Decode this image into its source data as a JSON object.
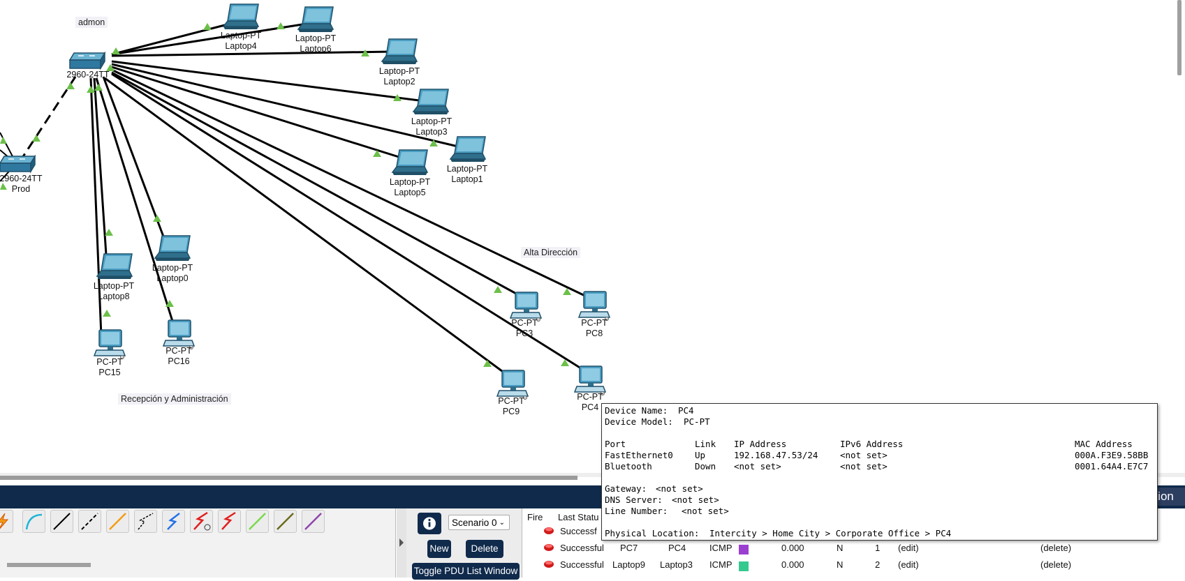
{
  "workspace": {
    "areas": {
      "admin": "admon",
      "executive": "Alta Dirección",
      "reception": "Recepción y Administración"
    },
    "switches": [
      {
        "id": "sw-admin",
        "model": "2960-24TT",
        "name": ""
      },
      {
        "id": "sw-prod",
        "model": "2960-24TT",
        "name": "Prod"
      }
    ],
    "devices": [
      {
        "id": "laptop4",
        "model": "Laptop-PT",
        "name": "Laptop4",
        "kind": "laptop"
      },
      {
        "id": "laptop6",
        "model": "Laptop-PT",
        "name": "Laptop6",
        "kind": "laptop"
      },
      {
        "id": "laptop2",
        "model": "Laptop-PT",
        "name": "Laptop2",
        "kind": "laptop"
      },
      {
        "id": "laptop3",
        "model": "Laptop-PT",
        "name": "Laptop3",
        "kind": "laptop"
      },
      {
        "id": "laptop5",
        "model": "Laptop-PT",
        "name": "Laptop5",
        "kind": "laptop"
      },
      {
        "id": "laptop1",
        "model": "Laptop-PT",
        "name": "Laptop1",
        "kind": "laptop"
      },
      {
        "id": "laptop0",
        "model": "Laptop-PT",
        "name": "Laptop0",
        "kind": "laptop"
      },
      {
        "id": "laptop8",
        "model": "Laptop-PT",
        "name": "Laptop8",
        "kind": "laptop"
      },
      {
        "id": "pc15",
        "model": "PC-PT",
        "name": "PC15",
        "kind": "pc"
      },
      {
        "id": "pc16",
        "model": "PC-PT",
        "name": "PC16",
        "kind": "pc"
      },
      {
        "id": "pc3",
        "model": "PC-PT",
        "name": "PC3",
        "kind": "pc"
      },
      {
        "id": "pc8",
        "model": "PC-PT",
        "name": "PC8",
        "kind": "pc"
      },
      {
        "id": "pc9",
        "model": "PC-PT",
        "name": "PC9",
        "kind": "pc"
      },
      {
        "id": "pc4",
        "model": "PC-PT",
        "name": "PC4",
        "kind": "pc"
      }
    ]
  },
  "tooltip": {
    "device_name_label": "Device Name:",
    "device_name": "PC4",
    "device_model_label": "Device Model:",
    "device_model": "PC-PT",
    "headers": {
      "port": "Port",
      "link": "Link",
      "ip": "IP Address",
      "ipv6": "IPv6 Address",
      "mac": "MAC Address"
    },
    "ports": [
      {
        "port": "FastEthernet0",
        "link": "Up",
        "ip": "192.168.47.53/24",
        "ipv6": "<not set>",
        "mac": "000A.F3E9.58BB"
      },
      {
        "port": "Bluetooth",
        "link": "Down",
        "ip": "<not set>",
        "ipv6": "<not set>",
        "mac": "0001.64A4.E7C7"
      }
    ],
    "gateway_label": "Gateway:",
    "gateway": "<not set>",
    "dns_label": "DNS Server:",
    "dns": "<not set>",
    "line_label": "Line Number:",
    "line_number": "<not set>",
    "location_label": "Physical Location:",
    "location": "Intercity > Home City > Corporate Office > PC4"
  },
  "bottom": {
    "sim_tab_label": "ation"
  },
  "connections_toolbar": {
    "tools": [
      "lightning-auto-connection",
      "console-cable",
      "copper-straight-through",
      "copper-cross-over",
      "fiber",
      "phone-cable",
      "coaxial-cable",
      "serial-dce",
      "serial-dte",
      "octal-cable",
      "iot-custom-cable",
      "usb-cable"
    ]
  },
  "scenario": {
    "selected": "Scenario 0",
    "new_label": "New",
    "delete_label": "Delete",
    "toggle_label": "Toggle PDU List Window"
  },
  "pdu_list": {
    "columns": {
      "fire": "Fire",
      "last_status": "Last Statu"
    },
    "rows": [
      {
        "status": "Successf",
        "source": "",
        "destination": "",
        "type": "",
        "color": "",
        "time": "",
        "periodic": "",
        "num": "",
        "edit": "",
        "delete": ""
      },
      {
        "status": "Successful",
        "source": "PC7",
        "destination": "PC4",
        "type": "ICMP",
        "color": "#9b3fd1",
        "time": "0.000",
        "periodic": "N",
        "num": "1",
        "edit": "(edit)",
        "delete": "(delete)"
      },
      {
        "status": "Successful",
        "source": "Laptop9",
        "destination": "Laptop3",
        "type": "ICMP",
        "color": "#35c98f",
        "time": "0.000",
        "periodic": "N",
        "num": "2",
        "edit": "(edit)",
        "delete": "(delete)"
      }
    ]
  },
  "colors": {
    "bottom_bar": "#0f2a4a",
    "link_up": "#6cc04a",
    "cable": "#000000",
    "device": "#3f8db1"
  }
}
